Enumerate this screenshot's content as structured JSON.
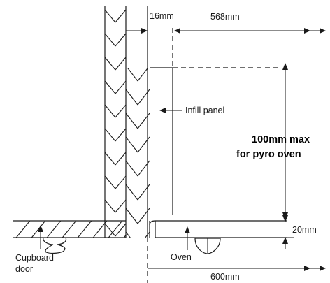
{
  "labels": {
    "gap_16": "16mm",
    "width_568": "568mm",
    "infill_panel": "Infill panel",
    "max_line1": "100mm max",
    "max_line2": "for pyro oven",
    "height_20": "20mm",
    "oven": "Oven",
    "cupboard_line1": "Cupboard",
    "cupboard_line2": "door",
    "width_600": "600mm"
  },
  "colors": {
    "line": "#1a1a1a",
    "background": "#ffffff"
  }
}
